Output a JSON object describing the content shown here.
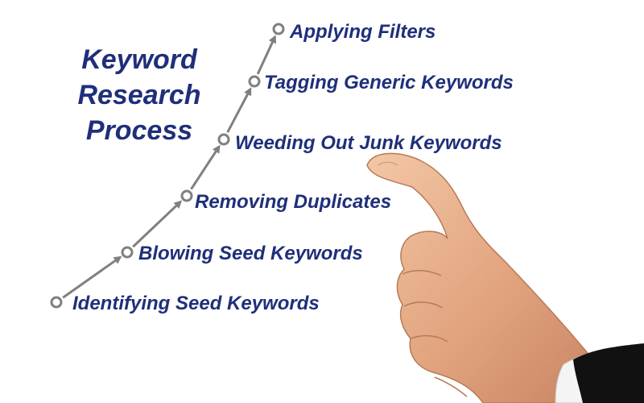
{
  "title": {
    "line1": "Keyword",
    "line2": "Research",
    "line3": "Process"
  },
  "steps": [
    {
      "label": "Identifying Seed Keywords"
    },
    {
      "label": "Blowing Seed Keywords"
    },
    {
      "label": "Removing Duplicates"
    },
    {
      "label": "Weeding Out Junk Keywords"
    },
    {
      "label": "Tagging Generic Keywords"
    },
    {
      "label": "Applying Filters"
    }
  ],
  "colors": {
    "text": "#1f2f7a",
    "arrow": "#808080",
    "node_fill": "#ffffff",
    "node_stroke": "#808080"
  }
}
